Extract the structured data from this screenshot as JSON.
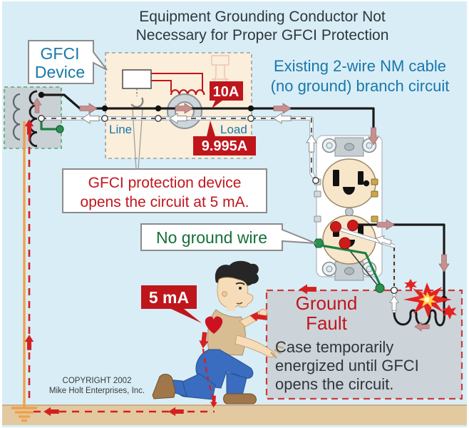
{
  "title": {
    "line1": "Equipment Grounding Conductor Not",
    "line2": "Necessary for Proper GFCI Protection"
  },
  "callouts": {
    "gfci_device": {
      "line1": "GFCI",
      "line2": "Device"
    },
    "nm_cable": {
      "line1": "Existing 2-wire NM cable",
      "line2": "(no ground) branch circuit"
    },
    "line_label": "Line",
    "load_label": "Load",
    "current_out": "10A",
    "current_return": "9.995A",
    "gfci_protection": {
      "line1": "GFCI protection device",
      "line2": "opens the circuit at 5 mA."
    },
    "no_ground_wire": "No ground wire",
    "shock_current": "5 mA",
    "ground_fault": {
      "line1": "Ground",
      "line2": "Fault"
    },
    "case_note": {
      "line1": "Case temporarily",
      "line2": "energized until GFCI",
      "line3": "opens the circuit."
    }
  },
  "footer": {
    "copyright_line1": "COPYRIGHT 2002",
    "copyright_line2": "Mike Holt Enterprises, Inc."
  },
  "colors": {
    "background": "#d9edf6",
    "earth": "#e3c9a0",
    "accent_blue": "#1878ab",
    "accent_red": "#c0161d",
    "red_label_bg": "#bf161c",
    "green_text": "#157038",
    "gfci_enclosure": "#fbeeda",
    "gray_panel": "#ccd4d9",
    "wire_black": "#1a1a1a",
    "wire_green": "#1d8044",
    "wire_orange": "#f0a04a",
    "arrow_pink": "#c88f8f",
    "arrow_red": "#d42020"
  }
}
